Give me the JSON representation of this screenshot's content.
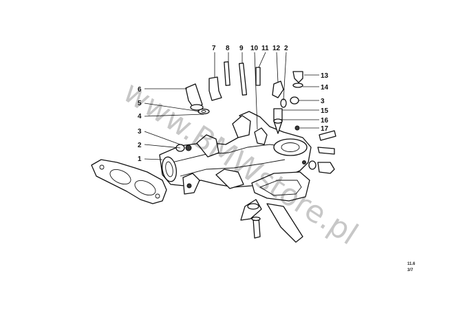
{
  "diagram": {
    "callouts": [
      {
        "id": "c1",
        "text": "1"
      },
      {
        "id": "c2a",
        "text": "2"
      },
      {
        "id": "c3a",
        "text": "3"
      },
      {
        "id": "c4",
        "text": "4"
      },
      {
        "id": "c5",
        "text": "5"
      },
      {
        "id": "c6",
        "text": "6"
      },
      {
        "id": "c7",
        "text": "7"
      },
      {
        "id": "c8",
        "text": "8"
      },
      {
        "id": "c9",
        "text": "9"
      },
      {
        "id": "c10",
        "text": "10"
      },
      {
        "id": "c11",
        "text": "11"
      },
      {
        "id": "c12",
        "text": "12"
      },
      {
        "id": "c2b",
        "text": "2"
      },
      {
        "id": "c13",
        "text": "13"
      },
      {
        "id": "c14",
        "text": "14"
      },
      {
        "id": "c3b",
        "text": "3"
      },
      {
        "id": "c15",
        "text": "15"
      },
      {
        "id": "c16",
        "text": "16"
      },
      {
        "id": "c17",
        "text": "17"
      }
    ],
    "reference": {
      "line1": "11.6",
      "line2": "3/7"
    },
    "watermark": "www.BMWstore.pl"
  }
}
